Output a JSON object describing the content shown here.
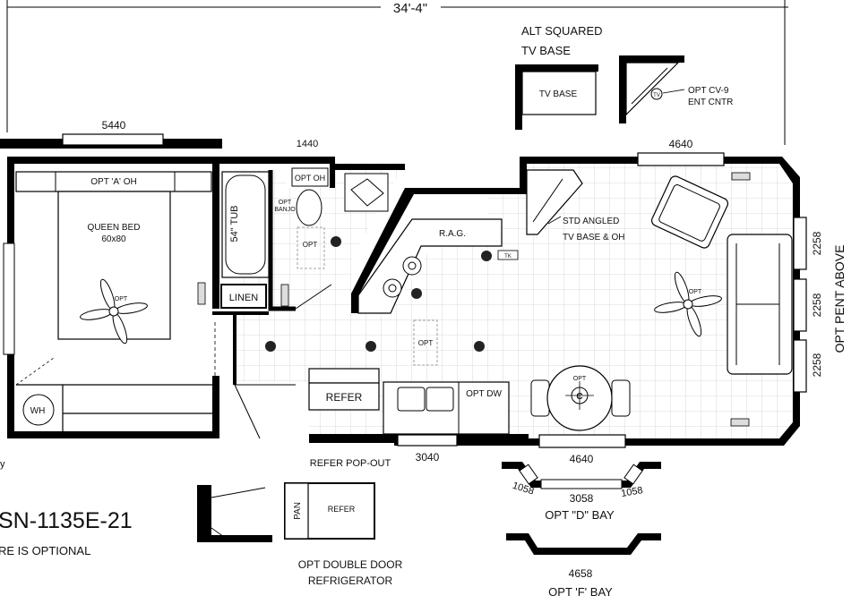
{
  "overall_dimension": "34'-4\"",
  "alt_squared": {
    "title_line1": "ALT SQUARED",
    "title_line2": "TV BASE",
    "box_label": "TV BASE"
  },
  "opt_cv9": {
    "tv": "TV",
    "line1": "OPT CV-9",
    "line2": "ENT CNTR"
  },
  "window_5440": "5440",
  "window_1440": "1440",
  "window_4640_top": "4640",
  "bedroom": {
    "oh": "OPT 'A' OH",
    "bed_line1": "QUEEN BED",
    "bed_line2": "60x80",
    "fan": "OPT",
    "wh": "WH"
  },
  "bath": {
    "tub": "54\" TUB",
    "opt_oh": "OPT OH",
    "opt_banjo_1": "OPT",
    "opt_banjo_2": "BANJO",
    "opt_vanity": "OPT",
    "linen": "LINEN"
  },
  "kitchen": {
    "rag": "R.A.G.",
    "tk": "TK",
    "opt_light": "OPT",
    "refer": "REFER",
    "opt_dw": "OPT DW"
  },
  "living": {
    "std_line1": "STD ANGLED",
    "std_line2": "TV BASE & OH",
    "fan": "OPT",
    "dining_opt": "OPT",
    "dining_c": "C"
  },
  "pent_windows": [
    "2258",
    "2258",
    "2258"
  ],
  "opt_pent_above": "OPT PENT ABOVE",
  "refer_popout": "REFER POP-OUT",
  "window_3040": "3040",
  "window_4640_bottom": "4640",
  "d_bay": {
    "left": "1058",
    "center": "3058",
    "right": "1058",
    "label": "OPT \"D\" BAY"
  },
  "f_bay": {
    "width": "4658",
    "label": "OPT 'F' BAY"
  },
  "model": "SN-1135E-21",
  "note_partial": "RE IS OPTIONAL",
  "note_left_edge": "y",
  "double_door": {
    "pan": "PAN",
    "refer": "REFER",
    "line1": "OPT DOUBLE DOOR",
    "line2": "REFRIGERATOR"
  }
}
